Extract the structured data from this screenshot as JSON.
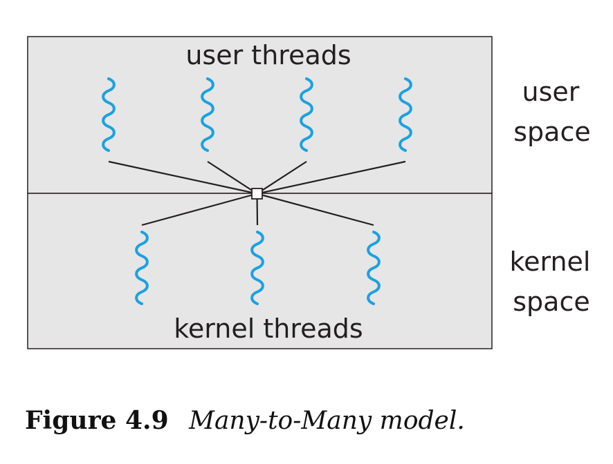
{
  "diagram": {
    "user_threads_label": "user threads",
    "kernel_threads_label": "kernel threads",
    "user_space_label": [
      "user",
      "space"
    ],
    "kernel_space_label": [
      "kernel",
      "space"
    ],
    "user_thread_count": 4,
    "kernel_thread_count": 3,
    "colors": {
      "panel_fill": "#e6e6e6",
      "thread_stroke": "#1ba1e2",
      "line_stroke": "#231f20"
    }
  },
  "caption": {
    "number": "Figure 4.9",
    "title": "Many-to-Many model."
  }
}
